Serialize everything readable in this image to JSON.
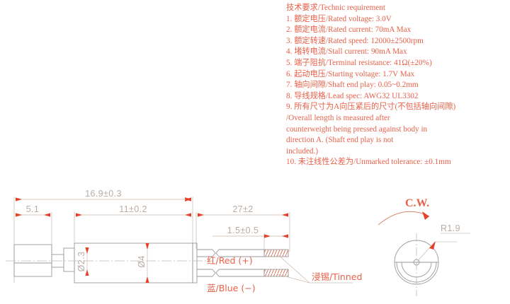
{
  "spec": {
    "title": "技术要求/Technic requirement",
    "items": [
      "1. 额定电压/Rated voltage: 3.0V",
      "2. 额定电流/Rated current: 70mA Max",
      "3. 额定转速/Rated speed: 12000±2500rpm",
      "4. 堵转电流/Stall current: 90mA Max",
      "5. 端子阻抗/Terminal resistance: 41Ω(±20%)",
      "6. 起动电压/Starting voltage: 1.7V  Max",
      "7. 轴向间隙/Shaft end play: 0.05~0.2mm",
      "8. 导线规格/Lead spec: AWG32 UL3302",
      "9. 所有尺寸为A向压紧后的尺寸(不包括轴向间隙)",
      "/Overall length is measured after",
      "counterweight being pressed against body in",
      "direction A. (Shaft end play is not",
      "included.)",
      "10. 未注线性公差为/Unmarked tolerance: ±0.1mm"
    ]
  },
  "dimensions": {
    "overall_length": "16.9±0.3",
    "counterweight_length": "5.1",
    "body_length": "11±0.2",
    "lead_length": "27±2",
    "tinned_length": "1.5±0.5",
    "shaft_diameter": "Ø2.3",
    "body_diameter": "Ø4",
    "counterweight_radius": "R1.9"
  },
  "labels": {
    "red_wire": "红/Red (+)",
    "blue_wire": "蓝/Blue (−)",
    "tinned": "浸锡/Tinned",
    "rotation": "C.W."
  },
  "colors": {
    "annotation_red": "#e8614a",
    "dimension_gray": "#b9ada4",
    "outline_gray": "#9a9a9a",
    "centerline_gray": "#c2b8b0"
  }
}
